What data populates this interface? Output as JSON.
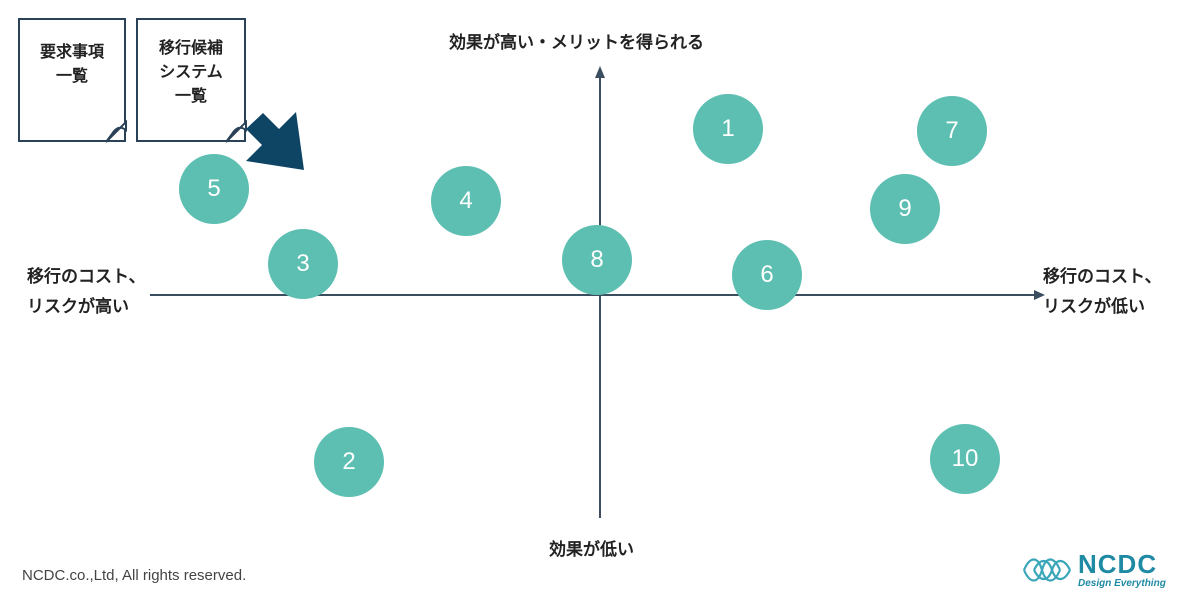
{
  "documents": [
    {
      "lines": [
        "要求事項",
        "一覧"
      ]
    },
    {
      "lines": [
        "移行候補",
        "システム",
        "一覧"
      ]
    }
  ],
  "axes": {
    "top": "効果が高い・メリットを得られる",
    "bottom": "効果が低い",
    "left": [
      "移行のコスト、",
      "リスクが高い"
    ],
    "right": [
      "移行のコスト、",
      "リスクが低い"
    ]
  },
  "items": [
    {
      "label": "1"
    },
    {
      "label": "2"
    },
    {
      "label": "3"
    },
    {
      "label": "4"
    },
    {
      "label": "5"
    },
    {
      "label": "6"
    },
    {
      "label": "7"
    },
    {
      "label": "8"
    },
    {
      "label": "9"
    },
    {
      "label": "10"
    }
  ],
  "colors": {
    "circle": "#5dbfb2",
    "axis": "#3a4e60",
    "arrow": "#0e4565",
    "brand": "#1f8aa3"
  },
  "footer": "NCDC.co.,Ltd, All rights reserved.",
  "logo": {
    "main": "NCDC",
    "sub": "Design Everything",
    "icon": "ncdc-logo-icon"
  }
}
